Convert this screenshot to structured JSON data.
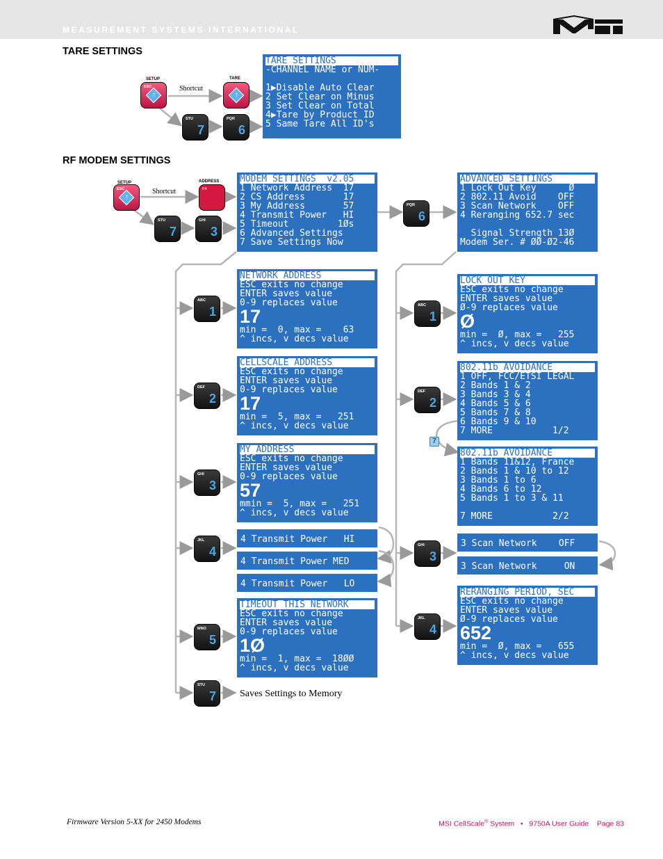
{
  "header": {
    "company": "MEASUREMENT SYSTEMS INTERNATIONAL"
  },
  "sections": {
    "tare": "TARE SETTINGS",
    "rf": "RF MODEM SETTINGS"
  },
  "labels": {
    "shortcut": "Shortcut",
    "saves": "Saves Settings to Memory"
  },
  "keys": {
    "setup": "SETUP",
    "tare": "TARE",
    "address": "ADDRESS",
    "esc": "ESC",
    "f4": "F4",
    "stu": "STU",
    "pqr": "PQR",
    "ghi": "GHI",
    "abc": "ABC",
    "def": "DEF",
    "jkl": "JKL",
    "mno": "MNO",
    "n1": "1",
    "n2": "2",
    "n3": "3",
    "n4": "4",
    "n5": "5",
    "n6": "6",
    "n7": "7"
  },
  "screens": {
    "tare": {
      "title": "TARE SETTINGS",
      "lines": [
        "-CHANNEL NAME or NUM-",
        "",
        "1▶Disable Auto Clear",
        "2 Set Clear on Minus",
        "3 Set Clear on Total",
        "4▶Tare by Product ID",
        "5 Same Tare All ID's"
      ]
    },
    "modem": {
      "title": "MODEM SETTINGS  v2.05",
      "lines": [
        "1 Network Address  17",
        "2 CS Address       17",
        "3 My Address       57",
        "4 Transmit Power   HI",
        "5 Timeout         1Øs",
        "6 Advanced Settings",
        "7 Save Settings Now"
      ]
    },
    "advanced": {
      "title": "ADVANCED SETTINGS",
      "lines": [
        "1 Lock Out Key      Ø",
        "2 802.11 Avoid    OFF",
        "3 Scan Network    OFF",
        "4 Reranging 652.7 sec",
        "",
        "  Signal Strength 13Ø",
        "Modem Ser. # ØØ-Ø2-46"
      ]
    },
    "network": {
      "title": "NETWORK ADDRESS",
      "lines": [
        "ESC exits no change",
        "ENTER saves value",
        "0-9 replaces value"
      ],
      "value": "17",
      "tail": [
        "min =  0, max =    63",
        "^ incs, v decs value"
      ]
    },
    "cellscale": {
      "title": "CELLSCALE ADDRESS",
      "lines": [
        "ESC exits no change",
        "ENTER saves value",
        "0-9 replaces value"
      ],
      "value": "17",
      "tail": [
        "min =  5, max =   251",
        "^ incs, v decs value"
      ]
    },
    "myaddr": {
      "title": "MY ADDRESS",
      "lines": [
        "ESC exits no change",
        "ENTER saves value",
        "0-9 replaces value"
      ],
      "value": "57",
      "tail": [
        "mmin =  5, max =   251",
        "^ incs, v decs value"
      ]
    },
    "power_hi": "4 Transmit Power   HI",
    "power_med": "4 Transmit Power MED",
    "power_lo": "4 Transmit Power   LO",
    "timeout": {
      "title": "TIMEOUT THIS NETWORK",
      "lines": [
        "ESC exits no change",
        "ENTER saves value",
        "0-9 replaces value"
      ],
      "value": "1Ø",
      "tail": [
        "min =  1, max =  18ØØ",
        "^ incs, v decs value"
      ]
    },
    "lockout": {
      "title": "LOCK OUT KEY",
      "lines": [
        "ESC exits no change",
        "ENTER saves value",
        "Ø-9 replaces value"
      ],
      "value": "Ø",
      "tail": [
        "min =  Ø, max =   255",
        "^ incs, v decs value"
      ]
    },
    "avoid1": {
      "title": "802.11b AVOIDANCE",
      "lines": [
        "1 OFF, FCC/ETSI LEGAL",
        "2 Bands 1 & 2",
        "3 Bands 3 & 4",
        "4 Bands 5 & 6",
        "5 Bands 7 & 8",
        "6 Bands 9 & 10",
        "7 MORE           1/2"
      ]
    },
    "avoid2": {
      "title": "802.11b AVOIDANCE",
      "lines": [
        "1 Bands 11&12, France",
        "2 Bands 1 & 10 to 12",
        "3 Bands 1 to 6",
        "4 Bands 6 to 12",
        "5 Bands 1 to 3 & 11",
        "",
        "7 MORE           2/2"
      ]
    },
    "scan_off": "3 Scan Network    OFF",
    "scan_on": "3 Scan Network     ON",
    "rerange": {
      "title": "RERANGING PERIOD, SEC",
      "lines": [
        "ESC exits no change",
        "ENTER saves value",
        "Ø-9 replaces value"
      ],
      "value": "652",
      "tail": [
        "min =  Ø, max =   655",
        "^ incs, v decs value"
      ]
    }
  },
  "footer": {
    "left": "Firmware Version 5-XX for 2450 Modems",
    "brand": "MSI CellScale",
    "reg": "®",
    "system": " System",
    "bullet": "•",
    "guide": "9750A User Guide",
    "page": "Page 83"
  },
  "colors": {
    "lcd": "#2c70c0",
    "key_accent": "#49a6e8",
    "esc_key": "#e0315f",
    "footer": "#c8175d"
  }
}
